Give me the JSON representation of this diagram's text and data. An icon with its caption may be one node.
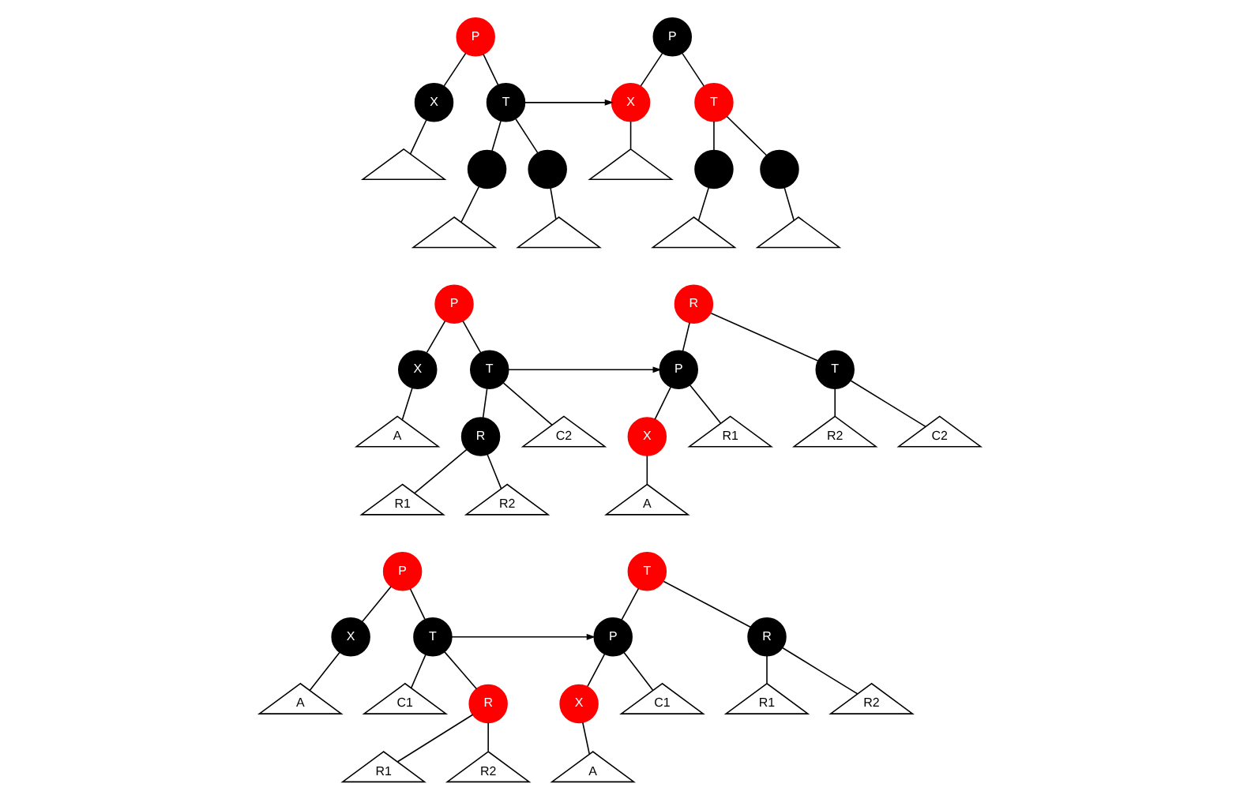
{
  "diagram": {
    "nodes": [
      {
        "text": [
          "P"
        ]
      },
      {
        "text": [
          "X"
        ]
      },
      {
        "text": [
          "T"
        ]
      },
      {
        "text": [],
        "shape": "triangle"
      },
      {
        "text": [],
        "shape": "circle"
      },
      {
        "text": [],
        "shape": "circle"
      },
      {
        "text": [],
        "shape": "triangle"
      },
      {
        "text": [],
        "shape": "triangle"
      },
      {
        "text": [
          "P"
        ]
      },
      {
        "text": [
          "X"
        ]
      },
      {
        "text": [
          "T"
        ]
      },
      {
        "text": [],
        "shape": "triangle"
      },
      {
        "text": [],
        "shape": "circle"
      },
      {
        "text": [],
        "shape": "circle"
      },
      {
        "text": [],
        "shape": "triangle"
      },
      {
        "text": [],
        "shape": "triangle"
      },
      {
        "text": [
          "P"
        ]
      },
      {
        "text": [
          "X"
        ]
      },
      {
        "text": [
          "T"
        ]
      },
      {
        "text": [
          "A"
        ]
      },
      {
        "text": [
          "R"
        ]
      },
      {
        "text": [
          "C2"
        ]
      },
      {
        "text": [
          "R1"
        ]
      },
      {
        "text": [
          "R2"
        ]
      },
      {
        "text": [
          "R"
        ]
      },
      {
        "text": [
          "P"
        ]
      },
      {
        "text": [
          "T"
        ]
      },
      {
        "text": [
          "X"
        ]
      },
      {
        "text": [
          "R1"
        ]
      },
      {
        "text": [
          "R2"
        ]
      },
      {
        "text": [
          "C2"
        ]
      },
      {
        "text": [
          "A"
        ]
      },
      {
        "text": [
          "P"
        ]
      },
      {
        "text": [
          "X"
        ]
      },
      {
        "text": [
          "T"
        ]
      },
      {
        "text": [
          "A"
        ]
      },
      {
        "text": [
          "C1"
        ]
      },
      {
        "text": [
          "R"
        ]
      },
      {
        "text": [
          "R1"
        ]
      },
      {
        "text": [
          "R2"
        ]
      },
      {
        "text": [
          "T"
        ]
      },
      {
        "text": [
          "P"
        ]
      },
      {
        "text": [
          "R"
        ]
      },
      {
        "text": [
          "X"
        ]
      },
      {
        "text": [
          "C1"
        ]
      },
      {
        "text": [
          "R1"
        ]
      },
      {
        "text": [
          "R2"
        ]
      },
      {
        "text": [
          "A"
        ]
      }
    ],
    "edges": [
      {
        "from": 0,
        "to": 1,
        "arrow": "none"
      },
      {
        "from": 0,
        "to": 2,
        "arrow": "none"
      },
      {
        "from": 1,
        "to": 3,
        "arrow": "none"
      },
      {
        "from": 2,
        "to": 4,
        "arrow": "none"
      },
      {
        "from": 2,
        "to": 5,
        "arrow": "none"
      },
      {
        "from": 4,
        "to": 6,
        "arrow": "none"
      },
      {
        "from": 5,
        "to": 7,
        "arrow": "none"
      },
      {
        "from": 2,
        "to": 9,
        "arrow": "to"
      },
      {
        "from": 8,
        "to": 9,
        "arrow": "none"
      },
      {
        "from": 8,
        "to": 10,
        "arrow": "none"
      },
      {
        "from": 9,
        "to": 11,
        "arrow": "none"
      },
      {
        "from": 10,
        "to": 12,
        "arrow": "none"
      },
      {
        "from": 10,
        "to": 13,
        "arrow": "none"
      },
      {
        "from": 12,
        "to": 14,
        "arrow": "none"
      },
      {
        "from": 13,
        "to": 15,
        "arrow": "none"
      },
      {
        "from": 16,
        "to": 17,
        "arrow": "none"
      },
      {
        "from": 16,
        "to": 18,
        "arrow": "none"
      },
      {
        "from": 17,
        "to": 19,
        "arrow": "none"
      },
      {
        "from": 18,
        "to": 20,
        "arrow": "none"
      },
      {
        "from": 18,
        "to": 21,
        "arrow": "none"
      },
      {
        "from": 20,
        "to": 22,
        "arrow": "none"
      },
      {
        "from": 20,
        "to": 23,
        "arrow": "none"
      },
      {
        "from": 18,
        "to": 25,
        "arrow": "to"
      },
      {
        "from": 24,
        "to": 25,
        "arrow": "none"
      },
      {
        "from": 24,
        "to": 26,
        "arrow": "none"
      },
      {
        "from": 25,
        "to": 27,
        "arrow": "none"
      },
      {
        "from": 25,
        "to": 28,
        "arrow": "none"
      },
      {
        "from": 26,
        "to": 29,
        "arrow": "none"
      },
      {
        "from": 26,
        "to": 30,
        "arrow": "none"
      },
      {
        "from": 27,
        "to": 31,
        "arrow": "none"
      },
      {
        "from": 32,
        "to": 33,
        "arrow": "none"
      },
      {
        "from": 32,
        "to": 34,
        "arrow": "none"
      },
      {
        "from": 33,
        "to": 35,
        "arrow": "none"
      },
      {
        "from": 34,
        "to": 36,
        "arrow": "none"
      },
      {
        "from": 34,
        "to": 37,
        "arrow": "none"
      },
      {
        "from": 37,
        "to": 38,
        "arrow": "none"
      },
      {
        "from": 37,
        "to": 39,
        "arrow": "none"
      },
      {
        "from": 34,
        "to": 41,
        "arrow": "to"
      },
      {
        "from": 40,
        "to": 41,
        "arrow": "none"
      },
      {
        "from": 40,
        "to": 42,
        "arrow": "none"
      },
      {
        "from": 41,
        "to": 43,
        "arrow": "none"
      },
      {
        "from": 41,
        "to": 44,
        "arrow": "none"
      },
      {
        "from": 42,
        "to": 45,
        "arrow": "none"
      },
      {
        "from": 42,
        "to": 46,
        "arrow": "none"
      },
      {
        "from": 43,
        "to": 47,
        "arrow": "none"
      }
    ]
  }
}
